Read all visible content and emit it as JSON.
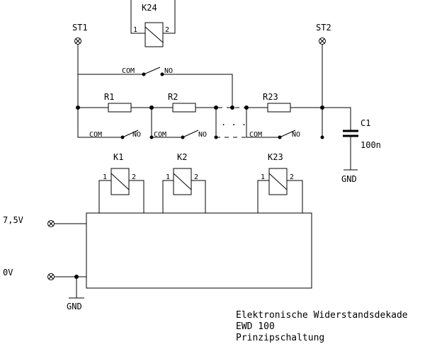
{
  "colors": {
    "line": "#000000",
    "background": "#ffffff"
  },
  "terminals": {
    "st1": "ST1",
    "st2": "ST2",
    "v75": "7,5V",
    "v0": "0V"
  },
  "resistors": {
    "r1": "R1",
    "r2": "R2",
    "r23": "R23"
  },
  "capacitor": {
    "name": "C1",
    "value": "100n"
  },
  "ground": {
    "cap": "GND",
    "bottom": "GND"
  },
  "relays": {
    "k24": {
      "name": "K24",
      "pin1": "1",
      "pin2": "2"
    },
    "k1": {
      "name": "K1",
      "pin1": "1",
      "pin2": "2"
    },
    "k2": {
      "name": "K2",
      "pin1": "1",
      "pin2": "2"
    },
    "k23": {
      "name": "K23",
      "pin1": "1",
      "pin2": "2"
    }
  },
  "switches": {
    "top": {
      "com": "COM",
      "no": "NO"
    },
    "s1": {
      "com": "COM",
      "no": "NO"
    },
    "s2": {
      "com": "COM",
      "no": "NO"
    },
    "s23": {
      "com": "COM",
      "no": "NO"
    }
  },
  "ellipsis": ". . .",
  "caption": {
    "line1": "Elektronische Widerstandsdekade",
    "line2": "EWD 100",
    "line3": "Prinzipschaltung"
  }
}
